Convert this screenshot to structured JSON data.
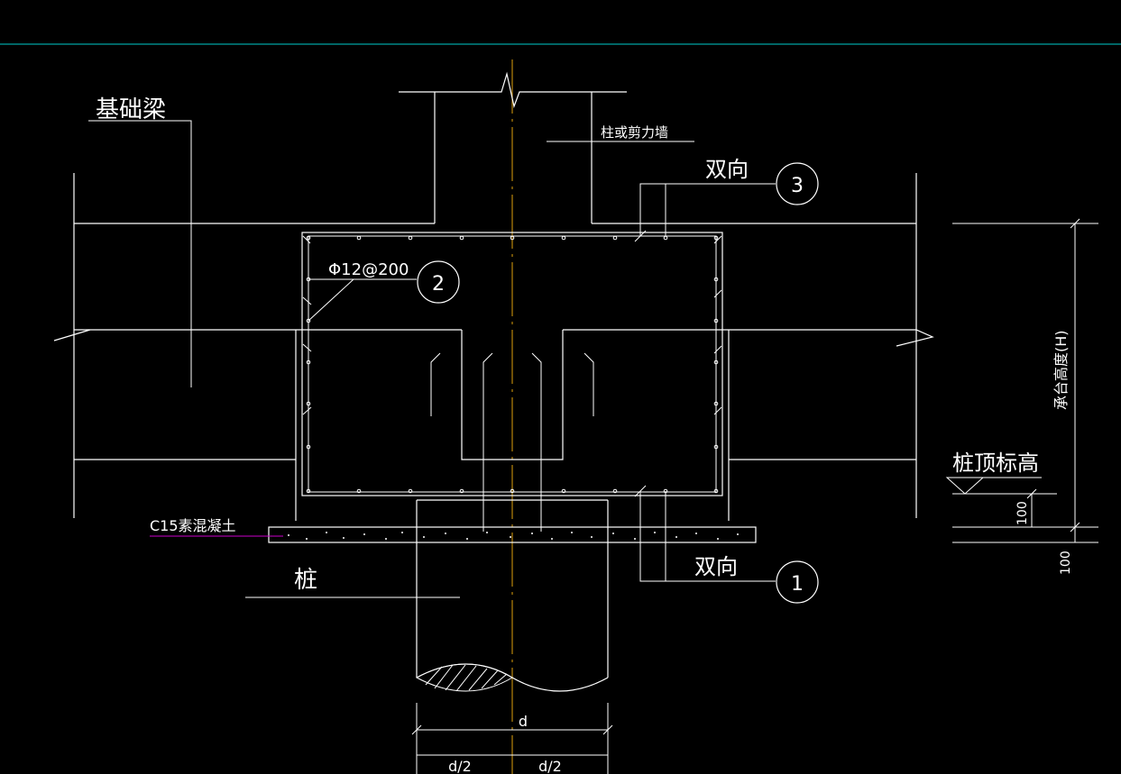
{
  "labels": {
    "foundation_beam": "基础梁",
    "column_or_wall": "柱或剪力墙",
    "two_way_top": "双向",
    "two_way_bottom": "双向",
    "stirrup_spec": "Φ12@200",
    "c15_concrete": "C15素混凝土",
    "pile": "桩",
    "pile_top_elevation": "桩顶标高",
    "cap_height": "承台高度(H)",
    "dim_100_a": "100",
    "dim_100_b": "100",
    "dim_d": "d",
    "dim_d_half_left": "d/2",
    "dim_d_half_right": "d/2"
  },
  "markers": {
    "marker_1": "1",
    "marker_2": "2",
    "marker_3": "3"
  },
  "colors": {
    "background": "#000000",
    "linework": "#ffffff",
    "axis_line": "#b8860b",
    "top_rule": "#00cccc",
    "leader_c15": "#cc00cc"
  }
}
